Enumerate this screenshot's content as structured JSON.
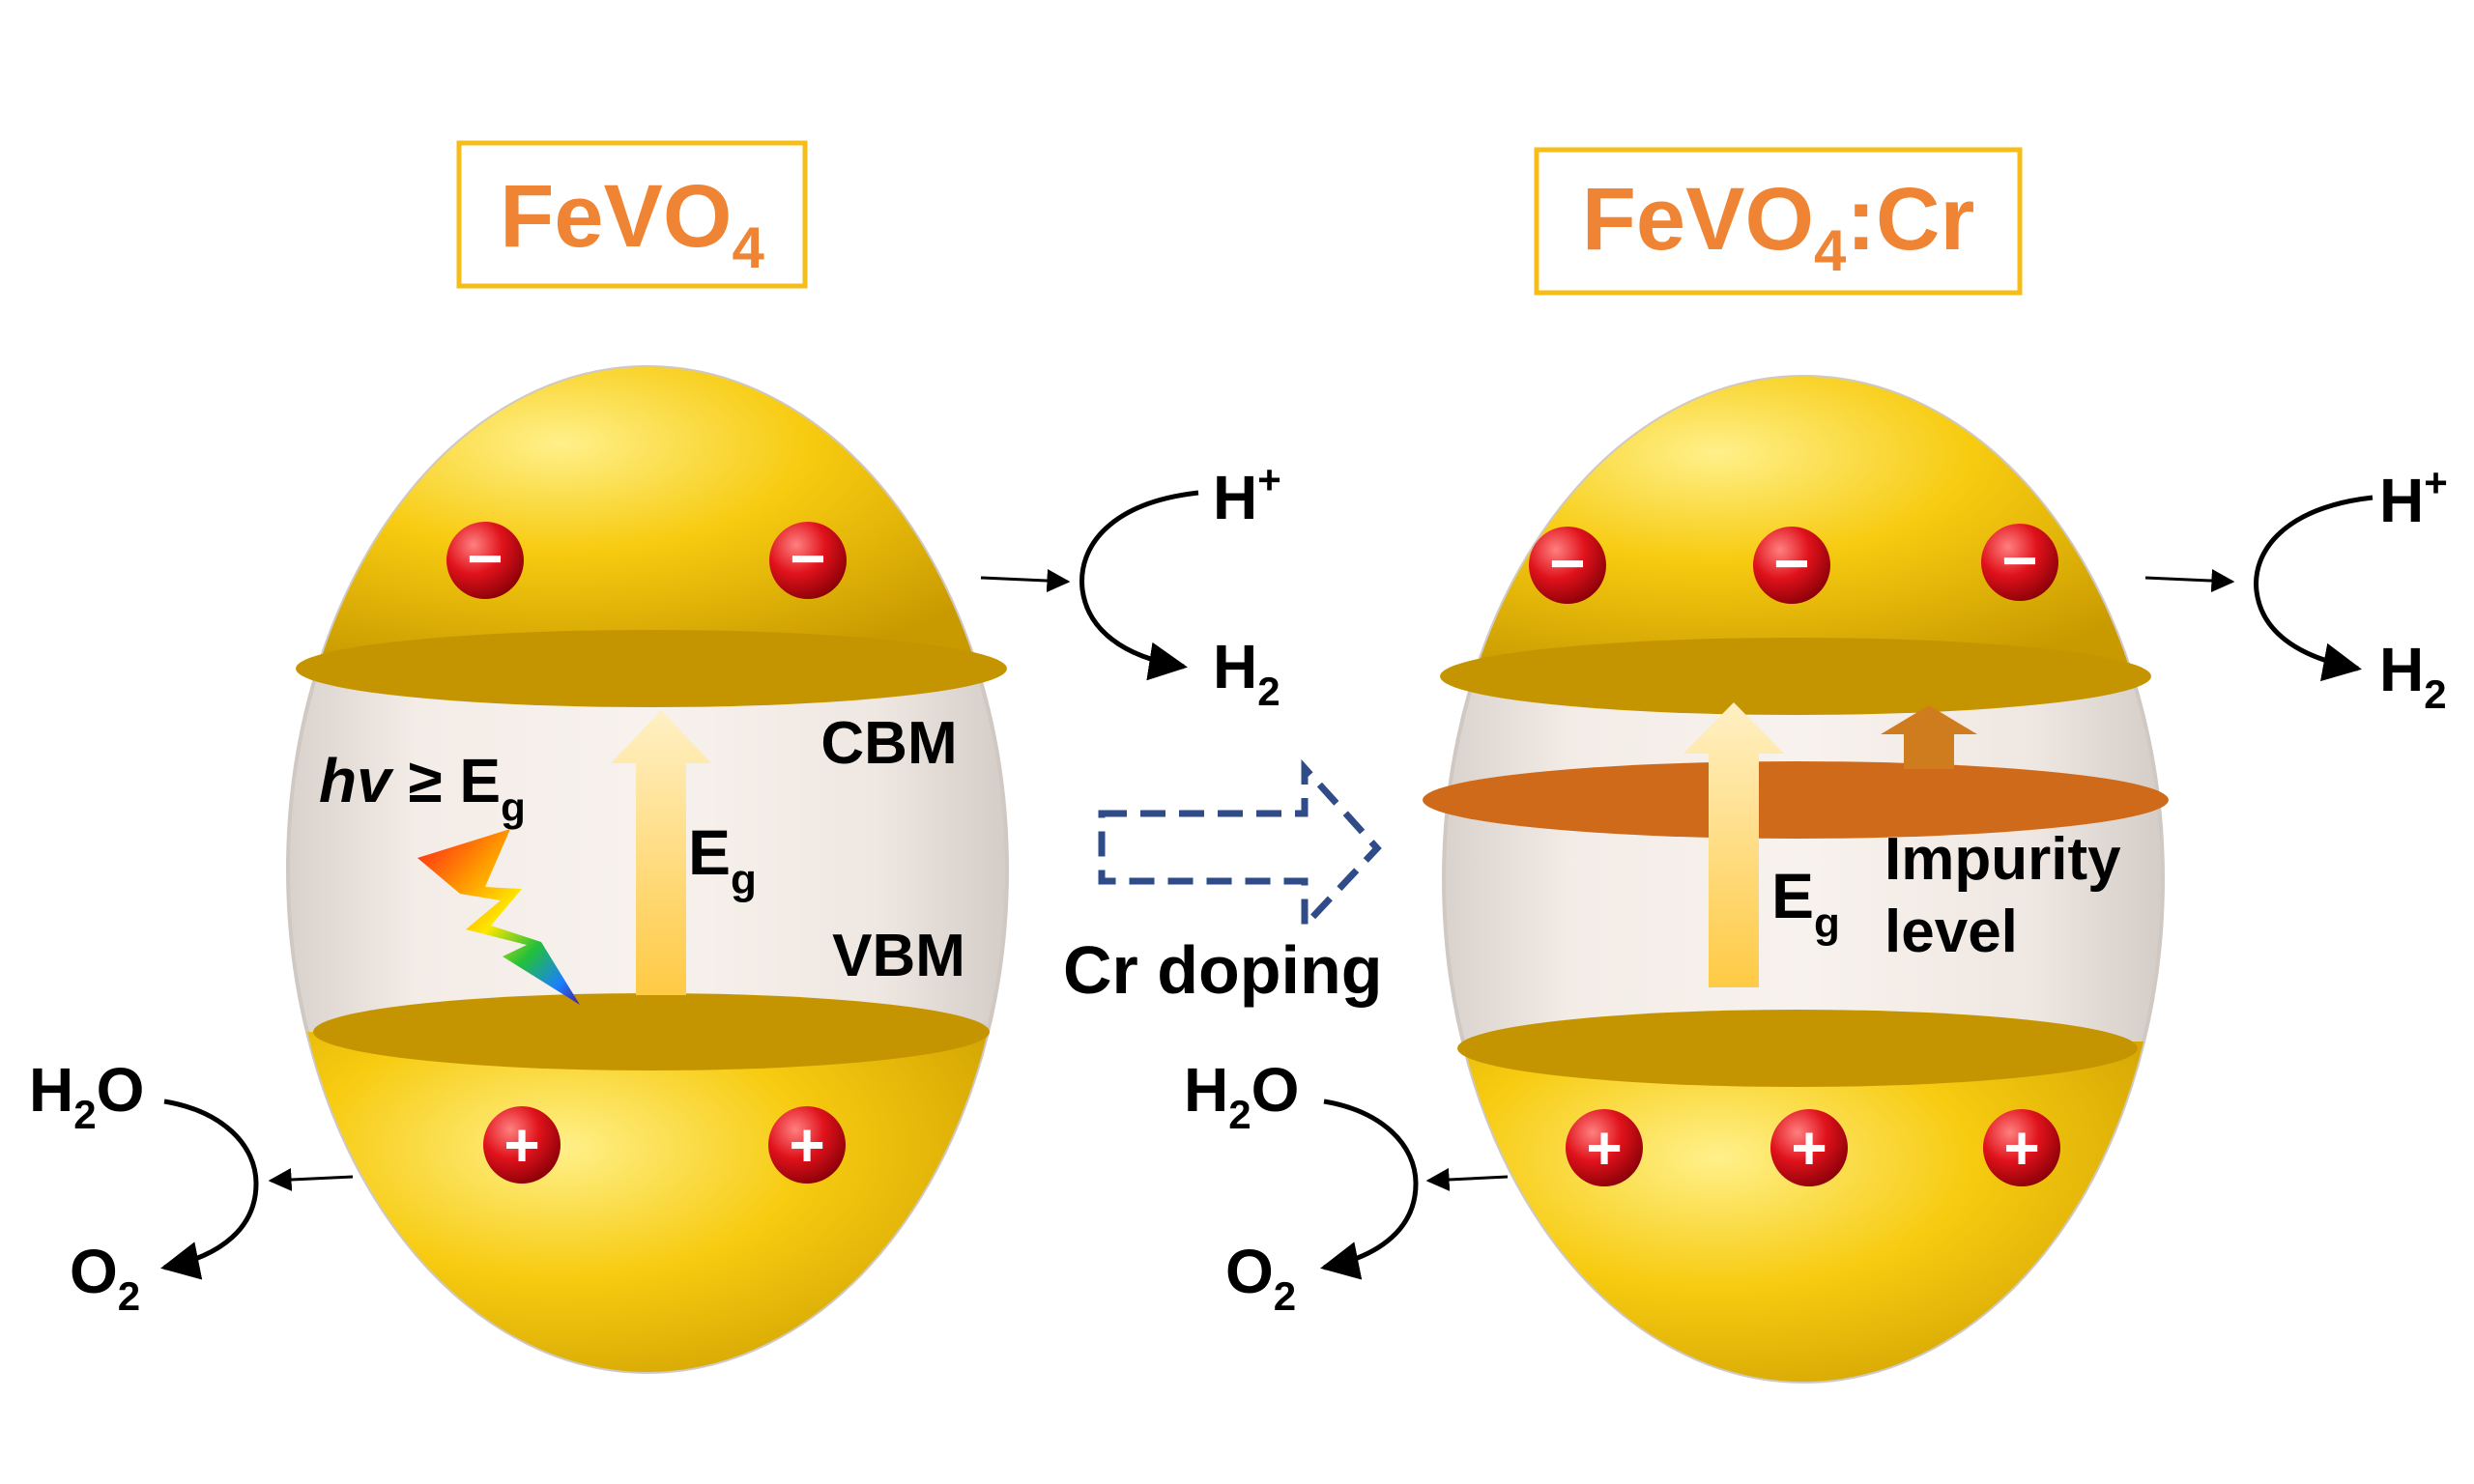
{
  "colors": {
    "title": "#ee8434",
    "title_border": "#f6bd19",
    "gold_light": "#ffe45c",
    "gold": "#f5c400",
    "gold_dark": "#b88c00",
    "band": "#c49500",
    "impurity": "#cf6a1b",
    "arrow_yellow": "#ffd978",
    "arrow_orange": "#cf7c1f",
    "charge": "#e0121b",
    "dashed_arrow": "#2f4b88",
    "text": "#000000"
  },
  "left_panel": {
    "title": {
      "main": "FeVO",
      "sub": "4"
    },
    "light_label": {
      "hv": "hv",
      "rel": " ≥ E",
      "sub": "g"
    },
    "eg_label": {
      "main": "E",
      "sub": "g"
    },
    "cbm_label": "CBM",
    "vbm_label": "VBM",
    "electrons": [
      "−",
      "−"
    ],
    "holes": [
      "+",
      "+"
    ],
    "reduction": {
      "reactant": "H",
      "reactant_sup": "+",
      "product": "H",
      "product_sub": "2"
    },
    "oxidation": {
      "reactant": "H",
      "reactant_sub": "2",
      "reactant_tail": "O",
      "product": "O",
      "product_sub": "2"
    }
  },
  "middle": {
    "label": "Cr doping"
  },
  "right_panel": {
    "title": {
      "main": "FeVO",
      "sub": "4",
      "tail": ":Cr"
    },
    "eg_label": {
      "main": "E",
      "sub": "g"
    },
    "impurity_label": [
      "Impurity",
      "level"
    ],
    "electrons": [
      "−",
      "−",
      "−"
    ],
    "holes": [
      "+",
      "+",
      "+"
    ],
    "reduction": {
      "reactant": "H",
      "reactant_sup": "+",
      "product": "H",
      "product_sub": "2"
    },
    "oxidation": {
      "reactant": "H",
      "reactant_sub": "2",
      "reactant_tail": "O",
      "product": "O",
      "product_sub": "2"
    }
  }
}
